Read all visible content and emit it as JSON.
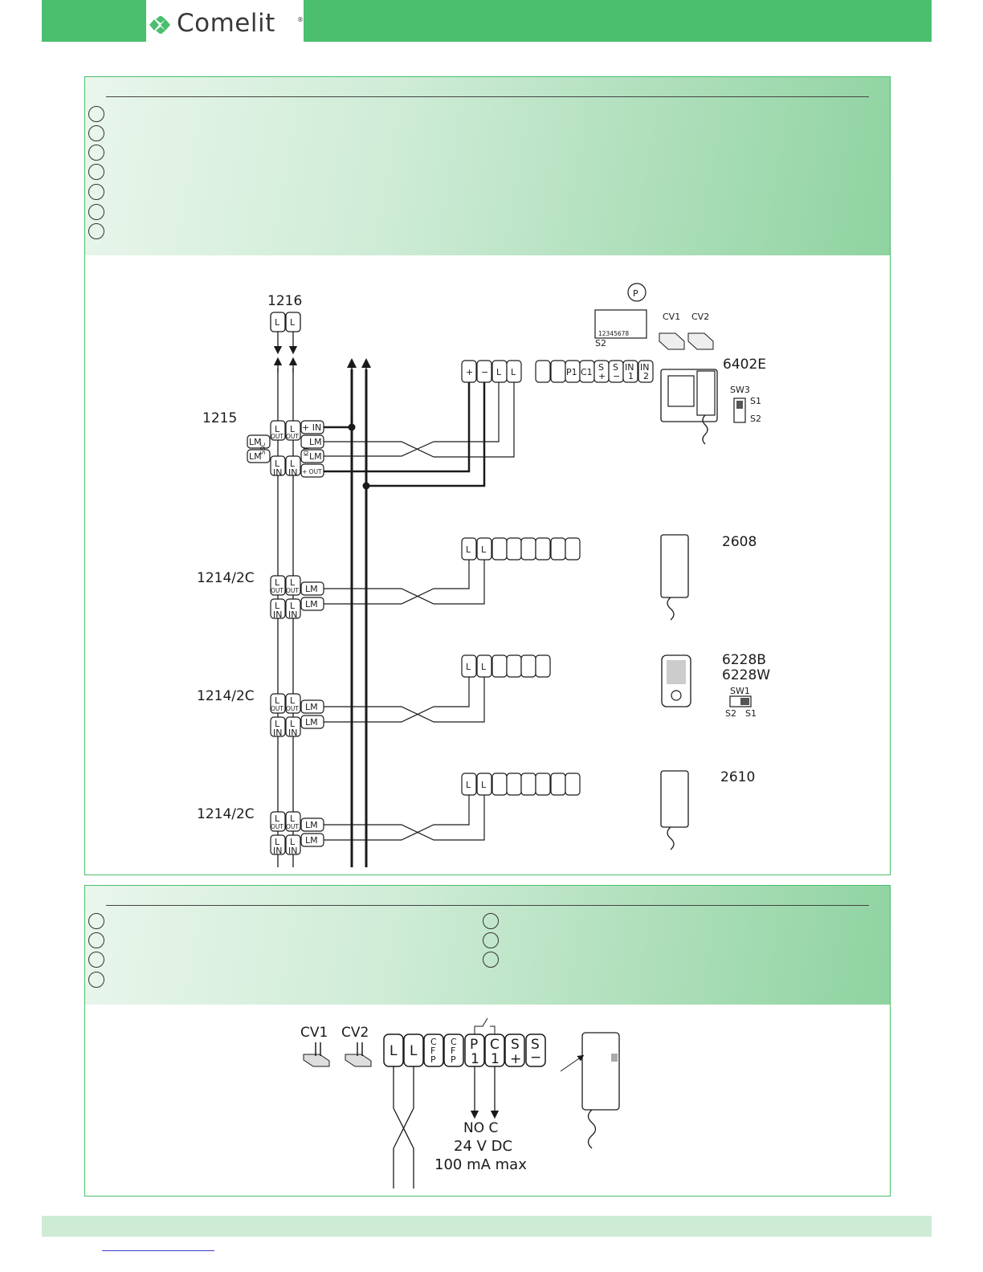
{
  "header": {
    "brand": "Comelit",
    "registered": "®",
    "brand_color": "#4bbf6e"
  },
  "diagram1": {
    "components": {
      "power_supply": "1216",
      "distributor": "1215",
      "branch_1": "1214/2C",
      "branch_2": "1214/2C",
      "branch_3": "1214/2C",
      "monitor": "6402E",
      "handset_1": "2608",
      "handset_2_line1": "6228B",
      "handset_2_line2": "6228W",
      "handset_3": "2610"
    },
    "jumpers": {
      "p": "P",
      "cv1": "CV1",
      "cv2": "CV2",
      "dip_digits": "12345678",
      "dip_label": "S2"
    },
    "switches": {
      "sw3": "SW3",
      "sw3_s1": "S1",
      "sw3_s2": "S2",
      "sw1": "SW1",
      "sw1_s2": "S2",
      "sw1_s1": "S1"
    },
    "terminals": {
      "l": "L",
      "out": "OUT",
      "in": "IN",
      "lm": "LM",
      "plus_in": "+ IN",
      "plus_out": "+ OUT",
      "sbc": "SBC",
      "kit": "KIT"
    }
  },
  "diagram2": {
    "cv1": "CV1",
    "cv2": "CV2",
    "relay_line1": "NO C",
    "relay_line2": "24 V DC",
    "relay_line3": "100 mA max"
  }
}
